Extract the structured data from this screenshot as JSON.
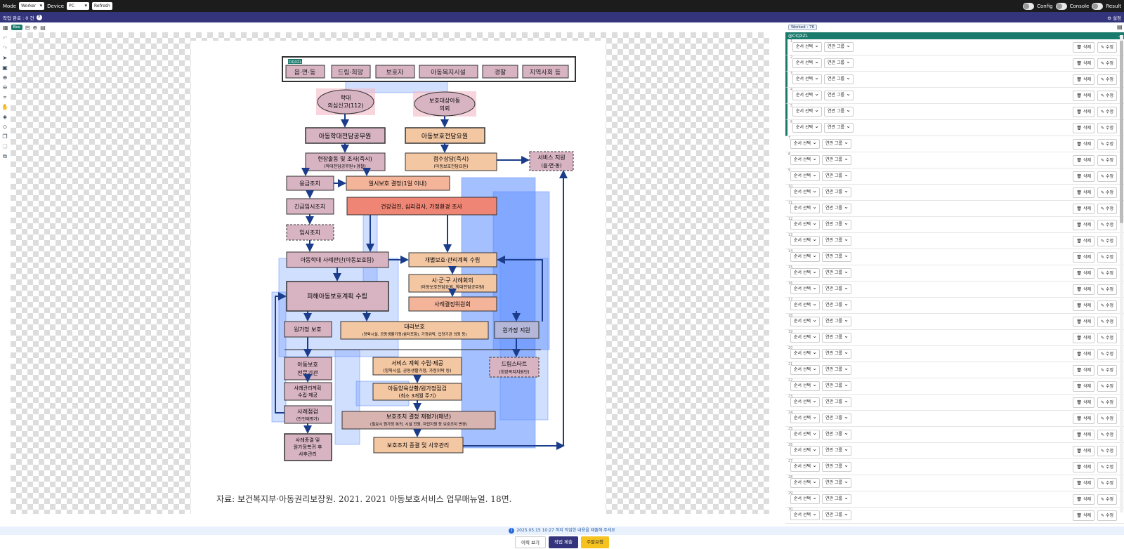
{
  "topbar": {
    "mode_label": "Mode",
    "mode_value": "Worker",
    "device_label": "Device",
    "device_value": "PC",
    "refresh": "Refresh",
    "config": "Config",
    "console": "Console",
    "result": "Result"
  },
  "subbar": {
    "progress": "작업 완료 : 0 건",
    "settings": "설정"
  },
  "toolbar": {
    "box": "Box"
  },
  "panel": {
    "worked": "Worked : 76",
    "group_name": "@CIQXZL"
  },
  "row_labels": {
    "order": "순서 선택",
    "related": "연관 그룹",
    "delete": "삭제",
    "edit": "수정"
  },
  "rows": [
    {
      "n": "1"
    },
    {
      "n": "2"
    },
    {
      "n": "3"
    },
    {
      "n": "4"
    },
    {
      "n": "5"
    },
    {
      "n": "6"
    },
    {
      "n": "7"
    },
    {
      "n": "8"
    },
    {
      "n": "9"
    },
    {
      "n": "10"
    },
    {
      "n": "11"
    },
    {
      "n": "12"
    },
    {
      "n": "13"
    },
    {
      "n": "14"
    },
    {
      "n": "15"
    },
    {
      "n": "16"
    },
    {
      "n": "17"
    },
    {
      "n": "18"
    },
    {
      "n": "19"
    },
    {
      "n": "20"
    },
    {
      "n": "21"
    },
    {
      "n": "22"
    },
    {
      "n": "23"
    },
    {
      "n": "24"
    },
    {
      "n": "25"
    },
    {
      "n": "26"
    },
    {
      "n": "27"
    },
    {
      "n": "28"
    },
    {
      "n": "29"
    },
    {
      "n": "30"
    }
  ],
  "status": "2025.05.15 10:27 까지 작업한 내용을 제출해 주세요",
  "actions": {
    "history": "이력 보기",
    "save": "작업 제출",
    "submit": "주말요청"
  },
  "document": {
    "top_tag": "CIQXZL",
    "agencies": [
      "읍·면·동",
      "드림·희망",
      "보호자",
      "아동복지시설",
      "경찰",
      "지역사회 등"
    ],
    "report_a": [
      "학대",
      "의심신고(112)"
    ],
    "report_b": [
      "보호대상아동",
      "의뢰"
    ],
    "officer_a": "아동학대전담공무원",
    "officer_b": "아동보호전담요원",
    "field_a": [
      "현장출동 및 조사(즉시)",
      "(학대전담공무원+경찰)"
    ],
    "field_b": [
      "접수상담(즉시)",
      "(아동보호전담요원)"
    ],
    "service_support": [
      "서비스 지원",
      "(읍·면·동)"
    ],
    "emergency": "응급조치",
    "temp_decision": "일시보호 결정(1일 이내)",
    "urgent_temp": "긴급임시조치",
    "health_check": "건강검진, 심리검사, 가정환경 조사",
    "temp_measure": "임시조치",
    "case_judgement": "아동학대 사례판단(아동보호팀)",
    "individual_plan": "개별보호·관리계획 수립",
    "victim_plan": "피해아동보호계획 수립",
    "county_meeting": [
      "시·군·구 사례회의",
      "(아동보호전담요원, 학대전담공무원)"
    ],
    "case_committee": "사례결정위원회",
    "home_protect": "원가정 보호",
    "substitute": [
      "대리보호",
      "(양육시설, 공동생활가정(쉼터포함), 가정위탁, 입양기관 의뢰 등)"
    ],
    "home_support": "원가정 지원",
    "agency": [
      "아동보호",
      "전문기관"
    ],
    "service_plan": [
      "서비스 계획 수립·제공",
      "(양육시설, 공동생활가정, 가정위탁 등)"
    ],
    "dream_start": [
      "드림스타트",
      "(희망복지지원단)"
    ],
    "case_mgmt": [
      "사례관리계획",
      "수립·제공"
    ],
    "monitoring": [
      "아동양육상황/원가정점검",
      "(최소 3개월 주기)"
    ],
    "case_check": [
      "사례점검",
      "(안전재평가)"
    ],
    "reeval": [
      "보호조치 결정 재평가(매년)",
      "(필요시 원가정 복귀, 시설 전원, 자립지원 등 보호조치 변경)"
    ],
    "case_close": [
      "사례종결 및",
      "원가정복귀 후",
      "사후관리"
    ],
    "final": "보호조치 종결 및 사후관리",
    "caption": "자료: 보건복지부·아동권리보장원. 2021. 2021 아동보호서비스 업무매뉴얼. 18면."
  }
}
